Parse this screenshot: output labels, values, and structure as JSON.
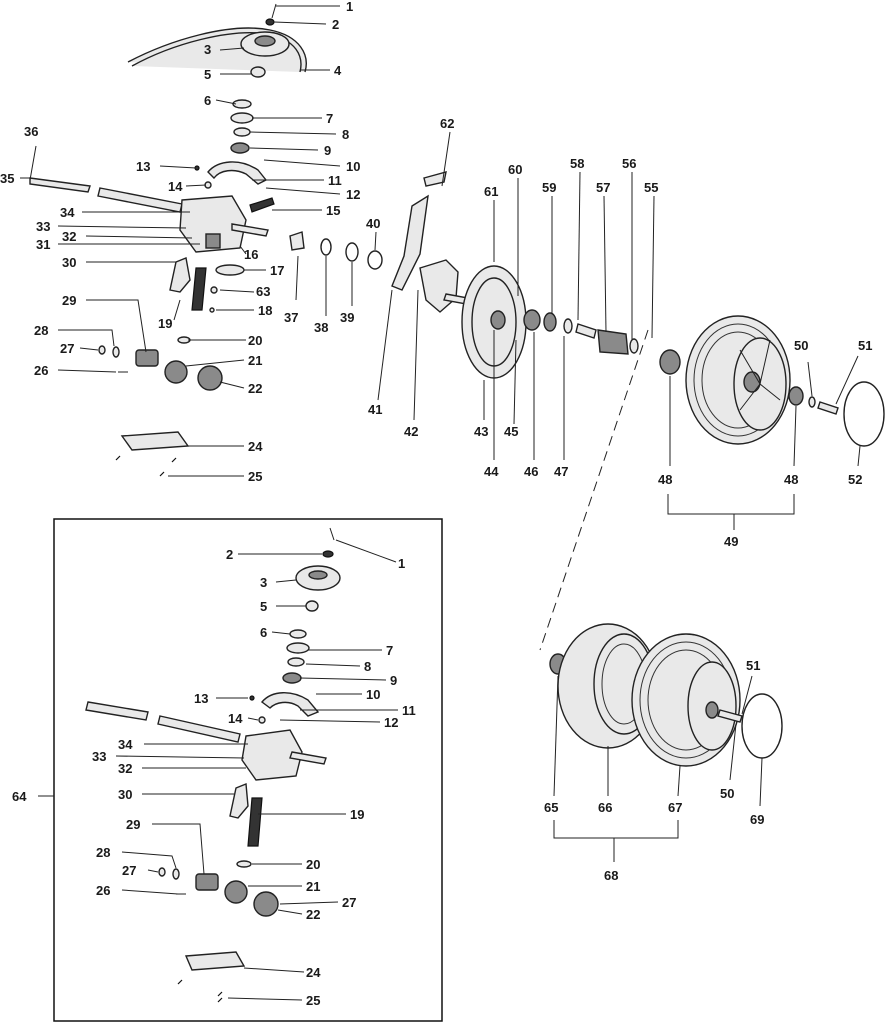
{
  "diagram": {
    "labels": {
      "top_1": "1",
      "top_2": "2",
      "top_3": "3",
      "top_4": "4",
      "top_5": "5",
      "top_6": "6",
      "top_7": "7",
      "top_8": "8",
      "top_9": "9",
      "top_10": "10",
      "top_11": "11",
      "top_12": "12",
      "top_13": "13",
      "top_14": "14",
      "top_15": "15",
      "top_16": "16",
      "top_17": "17",
      "top_18": "18",
      "top_19": "19",
      "top_20": "20",
      "top_21": "21",
      "top_22": "22",
      "top_24": "24",
      "top_25": "25",
      "top_26": "26",
      "top_27": "27",
      "top_28": "28",
      "top_29": "29",
      "top_30": "30",
      "top_31": "31",
      "top_32": "32",
      "top_33": "33",
      "top_34": "34",
      "top_35": "35",
      "top_36": "36",
      "top_37": "37",
      "top_38": "38",
      "top_39": "39",
      "top_40": "40",
      "top_41": "41",
      "top_42": "42",
      "top_43": "43",
      "top_44": "44",
      "top_45": "45",
      "top_46": "46",
      "top_47": "47",
      "top_48a": "48",
      "top_48b": "48",
      "top_49": "49",
      "top_50": "50",
      "top_51": "51",
      "top_52": "52",
      "top_55": "55",
      "top_56": "56",
      "top_57": "57",
      "top_58": "58",
      "top_59": "59",
      "top_60": "60",
      "top_61": "61",
      "top_62": "62",
      "top_63": "63",
      "box_1": "1",
      "box_2": "2",
      "box_3": "3",
      "box_5": "5",
      "box_6": "6",
      "box_7": "7",
      "box_8": "8",
      "box_9": "9",
      "box_10": "10",
      "box_11": "11",
      "box_12": "12",
      "box_13": "13",
      "box_14": "14",
      "box_19": "19",
      "box_20": "20",
      "box_21": "21",
      "box_22": "22",
      "box_24": "24",
      "box_25": "25",
      "box_26": "26",
      "box_27a": "27",
      "box_27b": "27",
      "box_28": "28",
      "box_29": "29",
      "box_30": "30",
      "box_32": "32",
      "box_33": "33",
      "box_34": "34",
      "box_64": "64",
      "w_50": "50",
      "w_51": "51",
      "w_65": "65",
      "w_66": "66",
      "w_67": "67",
      "w_68": "68",
      "w_69": "69"
    }
  }
}
